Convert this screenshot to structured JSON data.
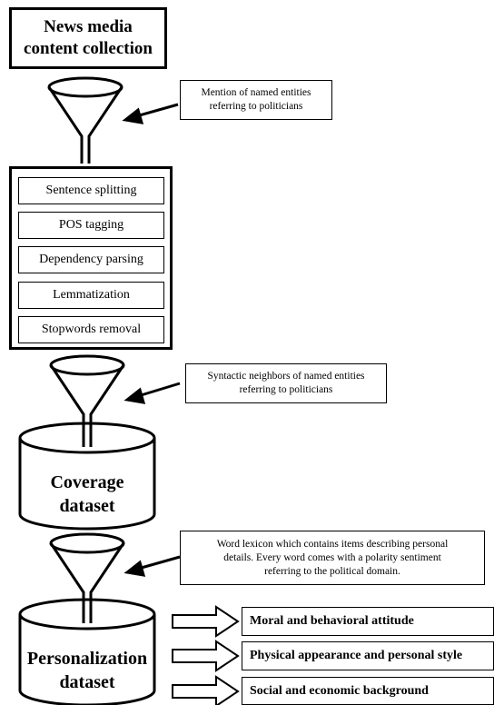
{
  "source": {
    "line1": "News media",
    "line2": "content collection"
  },
  "filters": {
    "first": {
      "line1": "Mention of named entities",
      "line2": "referring to politicians"
    },
    "second": {
      "line1": "Syntactic neighbors of named entities",
      "line2": "referring to politicians"
    },
    "third": {
      "line1": "Word lexicon which contains items describing personal",
      "line2": "details. Every word comes with a polarity sentiment",
      "line3": "referring to the political domain."
    }
  },
  "processing_steps": [
    "Sentence splitting",
    "POS tagging",
    "Dependency parsing",
    "Lemmatization",
    "Stopwords removal"
  ],
  "datasets": {
    "coverage": {
      "line1": "Coverage",
      "line2": "dataset"
    },
    "personalization": {
      "line1": "Personalization",
      "line2": "dataset"
    }
  },
  "categories": [
    "Moral and behavioral attitude",
    "Physical appearance and personal style",
    "Social and economic background"
  ]
}
